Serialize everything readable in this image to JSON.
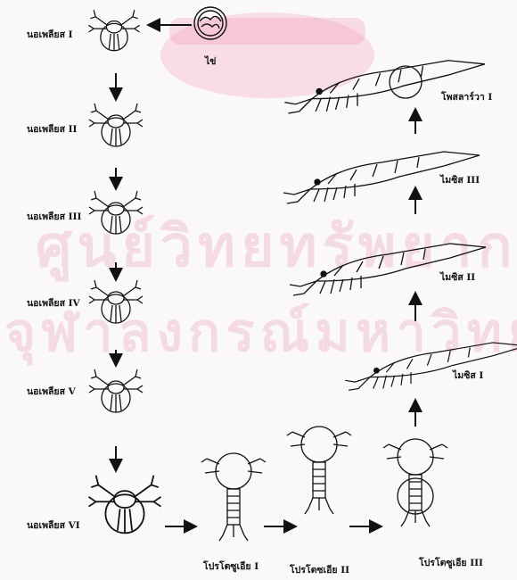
{
  "watermark": {
    "line1": "ศูนย์วิทยทรัพยากร",
    "line2": "จุฬาลงกรณ์มหาวิทยาลัย"
  },
  "labels": {
    "egg": "ไข่",
    "nauplius_1": "นอเพลียส I",
    "nauplius_2": "นอเพลียส II",
    "nauplius_3": "นอเพลียส III",
    "nauplius_4": "นอเพลียส IV",
    "nauplius_5": "นอเพลียส V",
    "nauplius_6": "นอเพลียส VI",
    "protozoea_1": "โปรโตซูเอีย I",
    "protozoea_2": "โปรโตซเอีย II",
    "protozoea_3": "โปรโตซูเอีย III",
    "mysis_1": "ไมซิส I",
    "mysis_2": "ไมซิส II",
    "mysis_3": "ไมซิส III",
    "postlarva_1": "โพสลาร์วา I"
  }
}
